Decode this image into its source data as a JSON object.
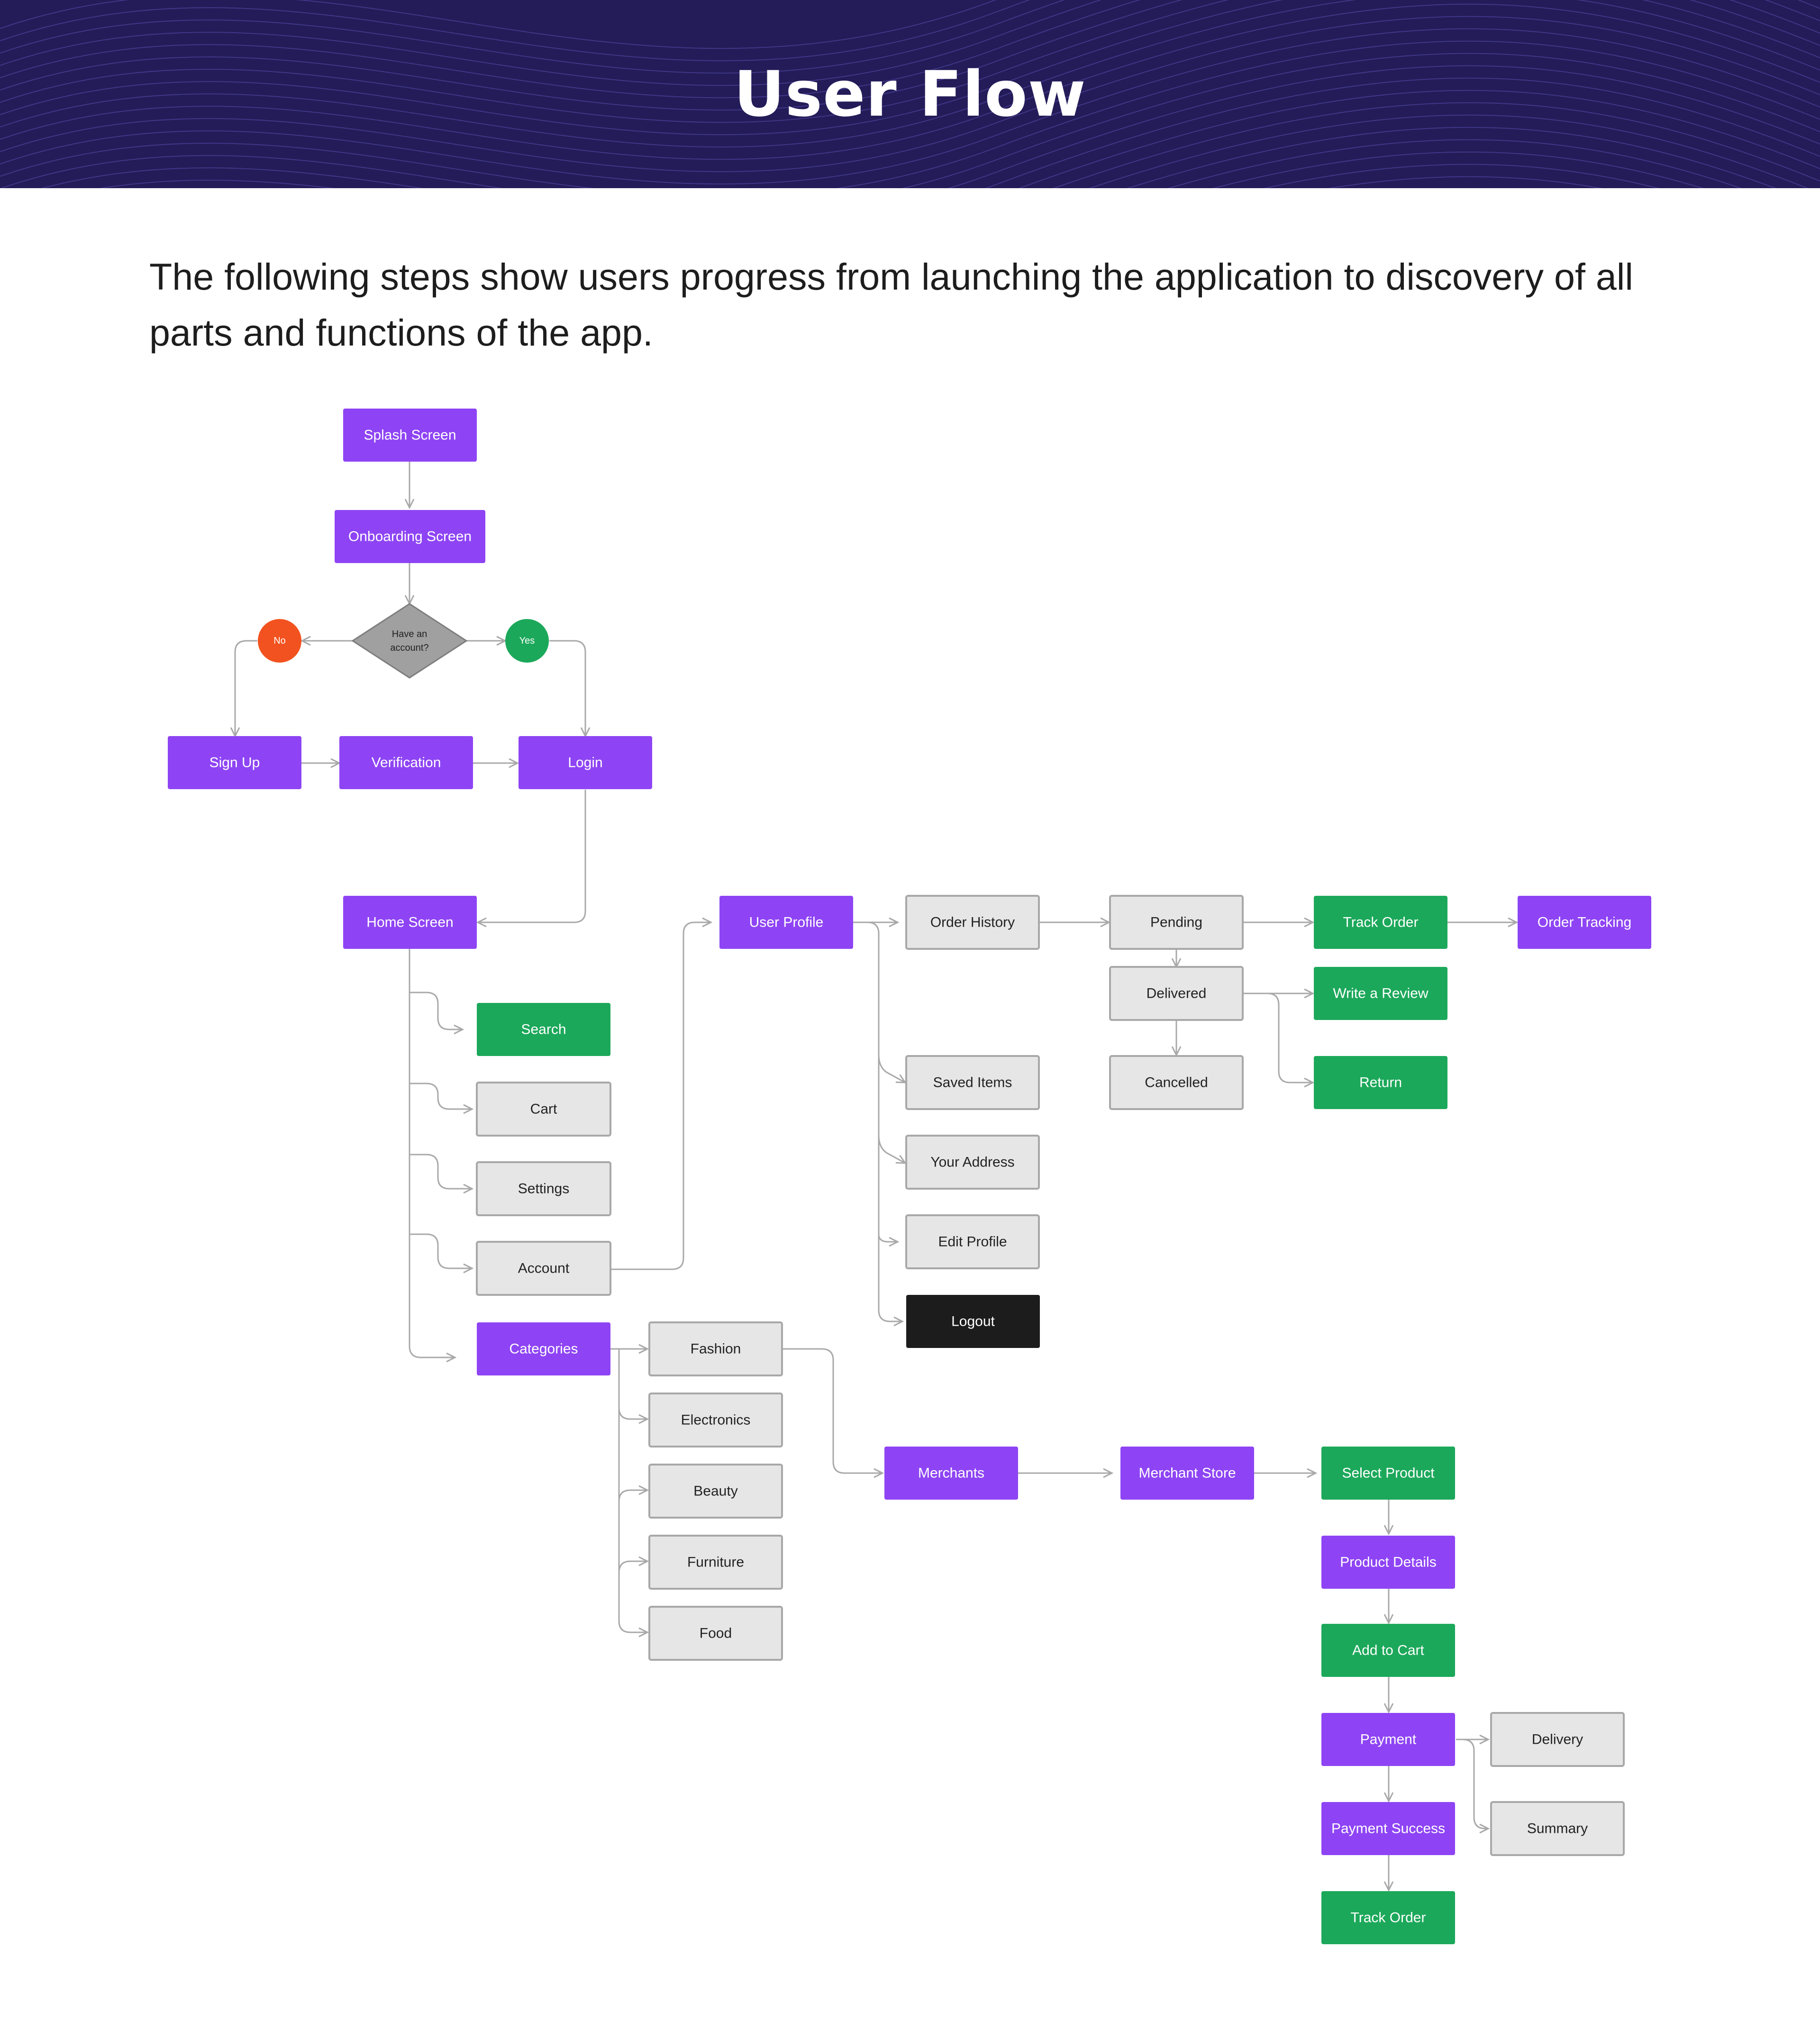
{
  "header": {
    "title": "User Flow"
  },
  "intro": {
    "text": "The following steps show users progress from launching the application to discovery of  all parts and functions of the app."
  },
  "colors": {
    "banner": "#231c58",
    "purple": "#8e44f4",
    "green": "#1ca85a",
    "gray_fill": "#e6e6e6",
    "gray_stroke": "#a8a8a8",
    "black": "#1c1c1c",
    "no_circle": "#f2521f",
    "yes_circle": "#1ca85a",
    "diamond": "#a0a0a0",
    "connector": "#a9a9a9"
  },
  "nodes": {
    "splash": "Splash Screen",
    "onboarding": "Onboarding Screen",
    "have_account": "Have an account?",
    "no": "No",
    "yes": "Yes",
    "signup": "Sign Up",
    "verification": "Verification",
    "login": "Login",
    "home": "Home Screen",
    "search": "Search",
    "cart": "Cart",
    "settings": "Settings",
    "account": "Account",
    "categories": "Categories",
    "user_profile": "User Profile",
    "order_history": "Order History",
    "pending": "Pending",
    "delivered": "Delivered",
    "cancelled": "Cancelled",
    "track_order_top": "Track Order",
    "order_tracking": "Order Tracking",
    "write_review": "Write a Review",
    "return": "Return",
    "saved_items": "Saved Items",
    "your_address": "Your Address",
    "edit_profile": "Edit Profile",
    "logout": "Logout",
    "fashion": "Fashion",
    "electronics": "Electronics",
    "beauty": "Beauty",
    "furniture": "Furniture",
    "food": "Food",
    "merchants": "Merchants",
    "merchant_store": "Merchant Store",
    "select_product": "Select Product",
    "product_details": "Product Details",
    "add_to_cart": "Add to Cart",
    "payment": "Payment",
    "delivery": "Delivery",
    "summary": "Summary",
    "payment_success": "Payment Success",
    "track_order_bottom": "Track Order"
  }
}
